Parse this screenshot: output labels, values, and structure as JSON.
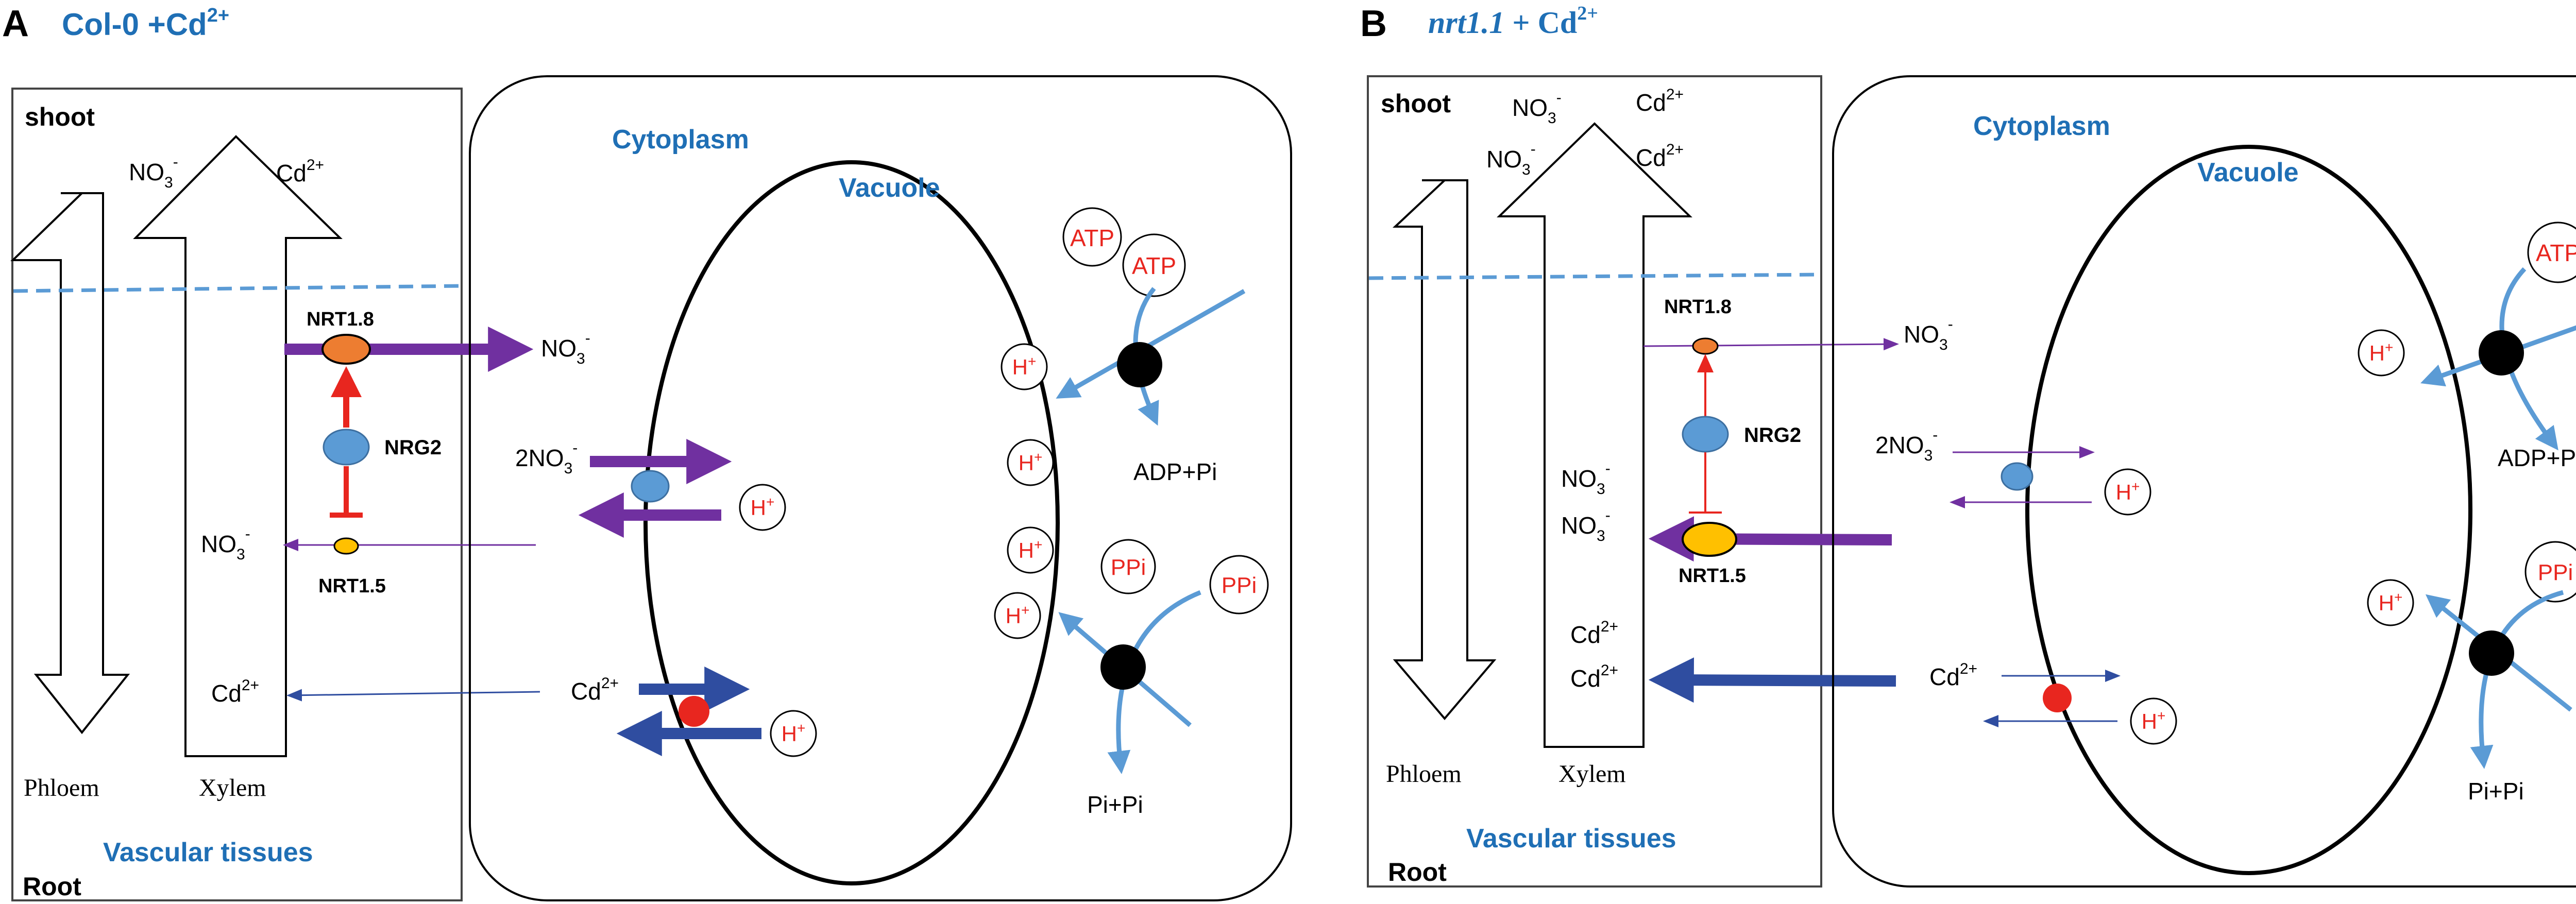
{
  "panels": [
    {
      "letter": "A",
      "title": {
        "main": "Col-0 +Cd",
        "sup": "2+"
      },
      "shoot": "shoot",
      "root": "Root",
      "vascular": "Vascular tissues",
      "phloem": "Phloem",
      "xylem": "Xylem",
      "cytoplasm": "Cytoplasm",
      "vacuole": "Vacuole",
      "top_no3": {
        "base": "NO",
        "sub": "3",
        "sup": "-"
      },
      "top_cd": {
        "base": "Cd",
        "sup": "2+"
      },
      "nrt18": "NRT1.8",
      "nrg2": "NRG2",
      "nrt15": "NRT1.5",
      "no3_out": {
        "base": "NO",
        "sub": "3",
        "sup": "-"
      },
      "no3_in": {
        "base": "NO",
        "sub": "3",
        "sup": "-"
      },
      "cd_in": {
        "base": "Cd",
        "sup": "2+"
      },
      "two_no3": {
        "base": "2NO",
        "sub": "3",
        "sup": "-"
      },
      "cd_vac": {
        "base": "Cd",
        "sup": "2+"
      },
      "h": {
        "base": "H",
        "sup": "+"
      },
      "atp": "ATP",
      "ppi": "PPi",
      "adp_pi": "ADP+Pi",
      "pi_pi": "Pi+Pi"
    },
    {
      "letter": "B",
      "title": {
        "main": "nrt1.1",
        "rest": " + Cd",
        "sup": "2+"
      },
      "shoot": "shoot",
      "root": "Root",
      "vascular": "Vascular tissues",
      "phloem": "Phloem",
      "xylem": "Xylem",
      "cytoplasm": "Cytoplasm",
      "vacuole": "Vacuole",
      "top_no3": {
        "base": "NO",
        "sub": "3",
        "sup": "-"
      },
      "top_cd": {
        "base": "Cd",
        "sup": "2+"
      },
      "nrt18": "NRT1.8",
      "nrg2": "NRG2",
      "nrt15": "NRT1.5",
      "no3_out": {
        "base": "NO",
        "sub": "3",
        "sup": "-"
      },
      "no3_in": {
        "base": "NO",
        "sub": "3",
        "sup": "-"
      },
      "cd_in": {
        "base": "Cd",
        "sup": "2+"
      },
      "two_no3": {
        "base": "2NO",
        "sub": "3",
        "sup": "-"
      },
      "cd_vac": {
        "base": "Cd",
        "sup": "2+"
      },
      "h": {
        "base": "H",
        "sup": "+"
      },
      "atp": "ATP",
      "ppi": "PPi",
      "adp_pi": "ADP+Pi",
      "pi_pi": "Pi+Pi"
    }
  ],
  "colors": {
    "title_blue": "#1f6fb5",
    "purple": "#7030a0",
    "navy": "#2f4da0",
    "red": "#e8261f",
    "light_blue": "#5b9bd5",
    "orange": "#ed7d31",
    "yellow": "#ffc000",
    "nrg2_blue": "#5b9bd5"
  }
}
